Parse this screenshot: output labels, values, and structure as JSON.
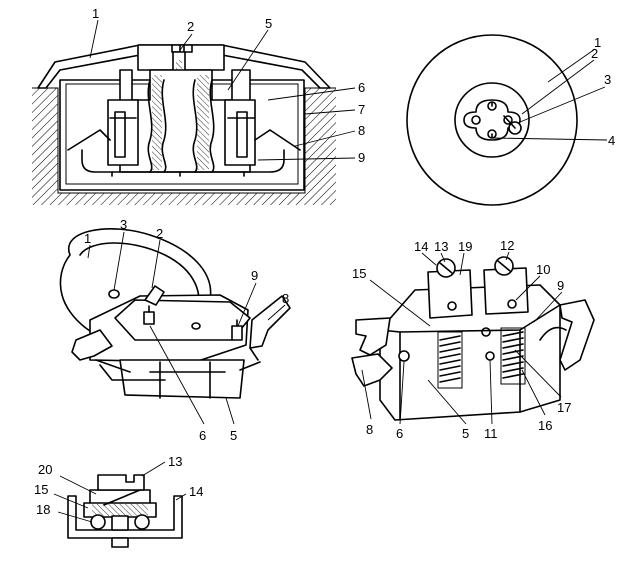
{
  "figure": {
    "views": [
      {
        "id": "section-view",
        "callouts": [
          "1",
          "2",
          "5",
          "6",
          "7",
          "8",
          "9"
        ]
      },
      {
        "id": "front-view",
        "callouts": [
          "1",
          "2",
          "3",
          "4"
        ]
      },
      {
        "id": "perspective-assembled",
        "callouts": [
          "1",
          "3",
          "2",
          "9",
          "8",
          "6",
          "5"
        ]
      },
      {
        "id": "perspective-base",
        "callouts": [
          "14",
          "13",
          "19",
          "12",
          "10",
          "15",
          "9",
          "8",
          "6",
          "5",
          "11",
          "16",
          "17"
        ]
      },
      {
        "id": "contact-detail",
        "callouts": [
          "13",
          "20",
          "15",
          "14",
          "18"
        ]
      }
    ]
  }
}
